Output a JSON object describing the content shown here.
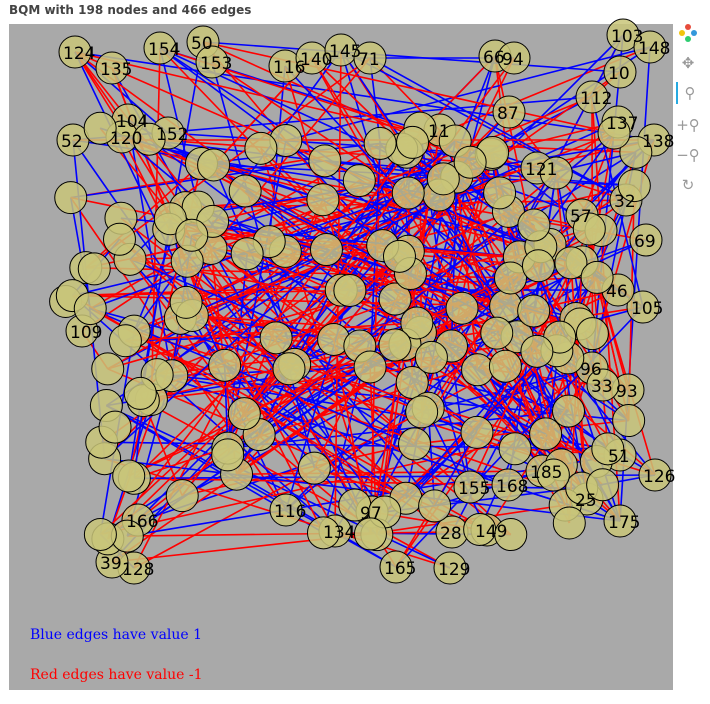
{
  "chart_data": {
    "type": "network",
    "title": "BQM with 198 nodes and 466 edges",
    "node_count": 198,
    "edge_count": 466,
    "background_color": "#a9a9a9",
    "node_fill": "#c9c579",
    "node_stroke": "#000000",
    "positive_edge_color": "#0000ff",
    "negative_edge_color": "#ff0000",
    "annotations": [
      {
        "text": "Blue edges have value 1",
        "color": "#0000ff"
      },
      {
        "text": "Red edges have value -1",
        "color": "#ff0000"
      }
    ],
    "visible_node_labels": [
      "124",
      "154",
      "50",
      "153",
      "116",
      "140",
      "145",
      "71",
      "66",
      "94",
      "103",
      "148",
      "135",
      "10",
      "104",
      "152",
      "120",
      "52",
      "87",
      "112",
      "137",
      "138",
      "11",
      "121",
      "57",
      "32",
      "69",
      "105",
      "109",
      "96",
      "93",
      "175",
      "129",
      "165",
      "134",
      "128",
      "39",
      "155",
      "166",
      "51",
      "126",
      "25",
      "185",
      "149",
      "28",
      "46",
      "33",
      "168",
      "116",
      "97"
    ]
  },
  "toolbar": {
    "logo_icon": "bokeh-logo-icon",
    "tools": [
      {
        "name": "pan-icon",
        "glyph": "✥"
      },
      {
        "name": "wheel-zoom-icon",
        "glyph": "⚲"
      },
      {
        "name": "zoom-in-icon",
        "glyph": "+⚲"
      },
      {
        "name": "zoom-out-icon",
        "glyph": "−⚲"
      },
      {
        "name": "reset-icon",
        "glyph": "↻"
      }
    ]
  }
}
